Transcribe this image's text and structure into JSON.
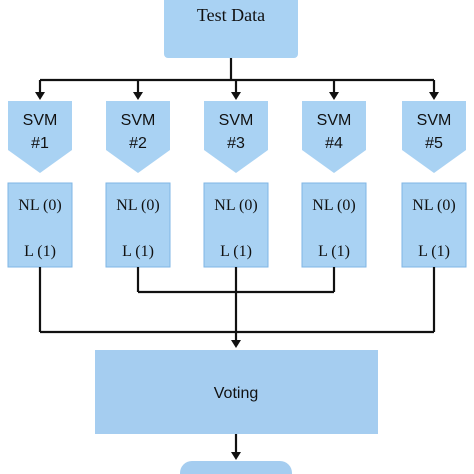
{
  "diagram": {
    "test_data_label": "Test Data",
    "svm_nodes": [
      {
        "line1": "SVM",
        "line2": "#1",
        "nl": "NL (0)",
        "l": "L (1)"
      },
      {
        "line1": "SVM",
        "line2": "#2",
        "nl": "NL (0)",
        "l": "L (1)"
      },
      {
        "line1": "SVM",
        "line2": "#3",
        "nl": "NL (0)",
        "l": "L (1)"
      },
      {
        "line1": "SVM",
        "line2": "#4",
        "nl": "NL (0)",
        "l": "L (1)"
      },
      {
        "line1": "SVM",
        "line2": "#5",
        "nl": "NL (0)",
        "l": "L (1)"
      }
    ],
    "voting_label": "Voting"
  },
  "colors": {
    "box": "#a9d2f3",
    "voting": "#a5cdf0",
    "line": "#111111"
  }
}
